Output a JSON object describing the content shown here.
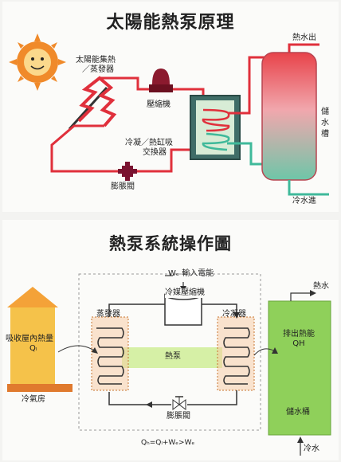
{
  "top": {
    "title": "太陽能熱泵原理",
    "labels": {
      "collector_line1": "太陽能集熱",
      "collector_line2": "／蒸發器",
      "compressor": "壓縮機",
      "hot_water_out": "熱水出",
      "tank_line1": "儲",
      "tank_line2": "水",
      "tank_line3": "槽",
      "condenser_line1": "冷凝／熱缸吸",
      "condenser_line2": "交換器",
      "expansion_valve": "膨脹閥",
      "cold_water_in": "冷水進"
    },
    "colors": {
      "hot_pipe": "#e0303c",
      "cold_pipe": "#3fb99a",
      "tank_top": "#e8434a",
      "tank_bottom": "#6ec6a8",
      "sun": "#f08a2a"
    }
  },
  "bottom": {
    "title": "熱泵系統操作圖",
    "labels": {
      "power_input": "Wₑ 輸入電能",
      "compressor": "冷媒壓縮機",
      "evaporator": "蒸發器",
      "condenser": "冷凝器",
      "absorb_line1": "吸收屋內熱量",
      "absorb_line2": "Qₗ",
      "cold_room": "冷氣房",
      "heat_pump": "熱泵",
      "release_line1": "排出熱能",
      "release_line2": "QH",
      "hot_water": "熱水",
      "expansion_valve": "膨脹閥",
      "storage_tank": "儲水桶",
      "equation": "Qₕ=Qₗ+Wₑ>Wₑ",
      "cold_water": "冷水"
    },
    "colors": {
      "room_fill": "#f5c24a",
      "room_roof": "#f4a238",
      "tank_fill": "#8fd05a",
      "heat_band": "#d6f0a6",
      "hx_fill": "#f7c9a2"
    }
  }
}
